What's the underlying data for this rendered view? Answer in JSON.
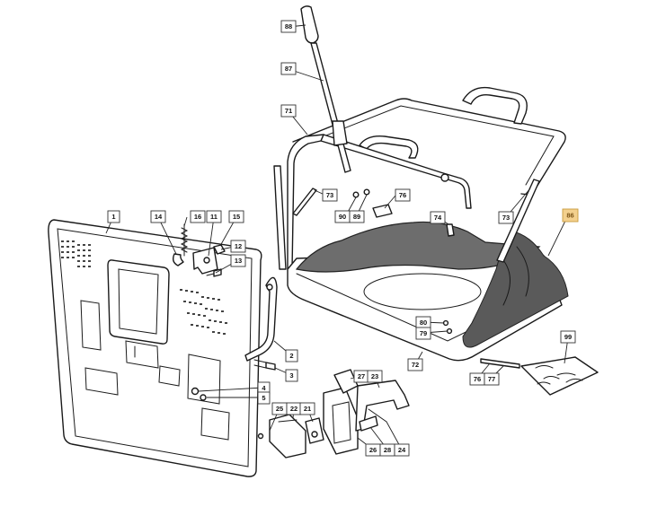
{
  "callouts": [
    {
      "id": "c88",
      "label": "88"
    },
    {
      "id": "c87",
      "label": "87"
    },
    {
      "id": "c71",
      "label": "71"
    },
    {
      "id": "c73a",
      "label": "73"
    },
    {
      "id": "c76a",
      "label": "76"
    },
    {
      "id": "c90",
      "label": "90"
    },
    {
      "id": "c89",
      "label": "89"
    },
    {
      "id": "c74",
      "label": "74"
    },
    {
      "id": "c73b",
      "label": "73"
    },
    {
      "id": "c86",
      "label": "86",
      "highlight": true
    },
    {
      "id": "c1",
      "label": "1"
    },
    {
      "id": "c14",
      "label": "14"
    },
    {
      "id": "c16",
      "label": "16"
    },
    {
      "id": "c11",
      "label": "11"
    },
    {
      "id": "c15",
      "label": "15"
    },
    {
      "id": "c12",
      "label": "12"
    },
    {
      "id": "c13",
      "label": "13"
    },
    {
      "id": "c80",
      "label": "80"
    },
    {
      "id": "c79",
      "label": "79"
    },
    {
      "id": "c99",
      "label": "99"
    },
    {
      "id": "c2",
      "label": "2"
    },
    {
      "id": "c3",
      "label": "3"
    },
    {
      "id": "c72",
      "label": "72"
    },
    {
      "id": "c76b",
      "label": "76"
    },
    {
      "id": "c77",
      "label": "77"
    },
    {
      "id": "c4",
      "label": "4"
    },
    {
      "id": "c5",
      "label": "5"
    },
    {
      "id": "c27",
      "label": "27"
    },
    {
      "id": "c23",
      "label": "23"
    },
    {
      "id": "c25",
      "label": "25"
    },
    {
      "id": "c22",
      "label": "22"
    },
    {
      "id": "c21",
      "label": "21"
    },
    {
      "id": "c26",
      "label": "26"
    },
    {
      "id": "c28",
      "label": "28"
    },
    {
      "id": "c24",
      "label": "24"
    }
  ],
  "colors": {
    "highlight": "#f3d08e",
    "bag": "#6d6d6d",
    "line": "#1a1a1a"
  }
}
